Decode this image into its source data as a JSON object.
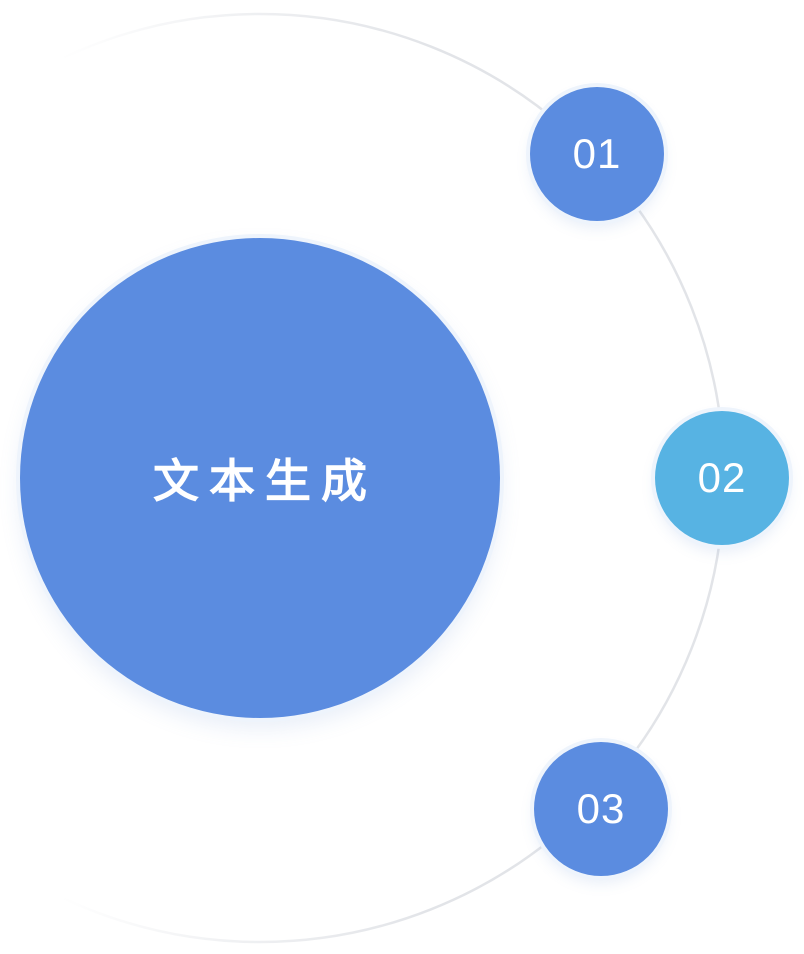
{
  "theme": {
    "bg": "#ffffff",
    "primary": "#5b8ce0",
    "accent": "#57b3e3",
    "arc": "#e2e4e8",
    "halo": "#eef4fc",
    "node-text": "#ffffff"
  },
  "diagram": {
    "center": {
      "label": "文本生成"
    },
    "steps": [
      {
        "label": "01"
      },
      {
        "label": "02"
      },
      {
        "label": "03"
      }
    ]
  }
}
